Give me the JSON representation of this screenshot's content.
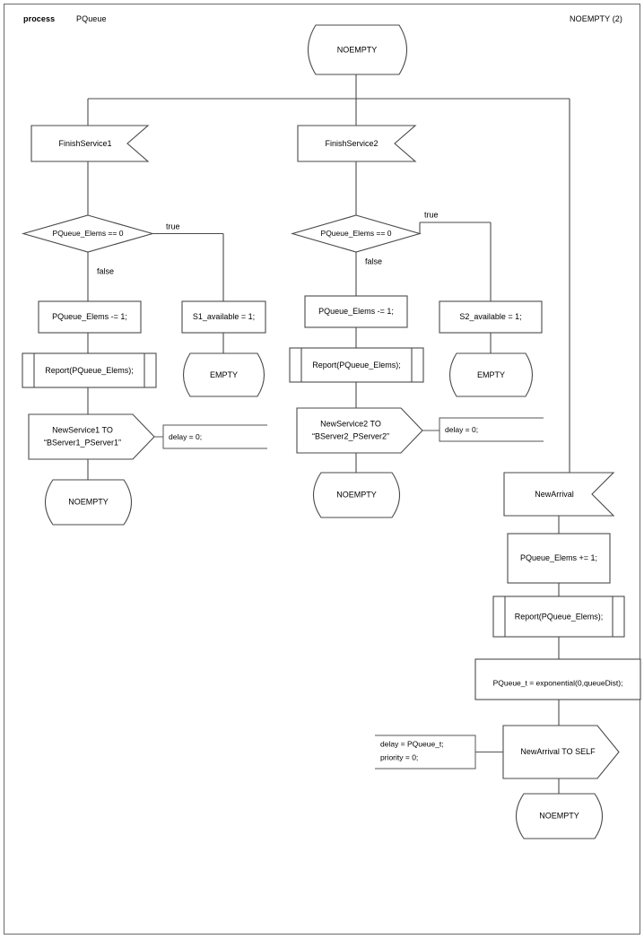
{
  "header": {
    "kind_label": "process",
    "process_name": "PQueue",
    "page_label": "NOEMPTY (2)"
  },
  "diagram": {
    "type": "sdl-process-flowchart",
    "start_state": {
      "label": "NOEMPTY"
    },
    "branches": [
      {
        "id": "finish-service-1",
        "input": {
          "label": "FinishService1"
        },
        "decision": {
          "condition": "PQueue_Elems == 0",
          "true_label": "true",
          "false_label": "false"
        },
        "true_path": {
          "task": "S1_available = 1;",
          "next_state": "EMPTY"
        },
        "false_path": {
          "task": "PQueue_Elems -= 1;",
          "procedure": "Report(PQueue_Elems);",
          "output": "NewService1 TO\n“BServer1_PServer1”",
          "output_line1": "NewService1 TO",
          "output_line2": "“BServer1_PServer1”",
          "comment": "delay = 0;",
          "next_state": "NOEMPTY"
        }
      },
      {
        "id": "finish-service-2",
        "input": {
          "label": "FinishService2"
        },
        "decision": {
          "condition": "PQueue_Elems == 0",
          "true_label": "true",
          "false_label": "false"
        },
        "true_path": {
          "task": "S2_available = 1;",
          "next_state": "EMPTY"
        },
        "false_path": {
          "task": "PQueue_Elems -= 1;",
          "procedure": "Report(PQueue_Elems);",
          "output_line1": "NewService2 TO",
          "output_line2": "“BServer2_PServer2”",
          "comment": "delay = 0;",
          "next_state": "NOEMPTY"
        }
      },
      {
        "id": "new-arrival",
        "input": {
          "label": "NewArrival"
        },
        "task1": "PQueue_Elems += 1;",
        "procedure": "Report(PQueue_Elems);",
        "task2": "PQueue_t = exponential(0,queueDist);",
        "output": "NewArrival TO SELF",
        "comment_line1": "delay = PQueue_t;",
        "comment_line2": "priority = 0;",
        "next_state": "NOEMPTY"
      }
    ]
  },
  "colors": {
    "stroke": "#4a4a4a",
    "page_border": "#6a6a6a",
    "text": "#000000",
    "background": "#ffffff"
  }
}
